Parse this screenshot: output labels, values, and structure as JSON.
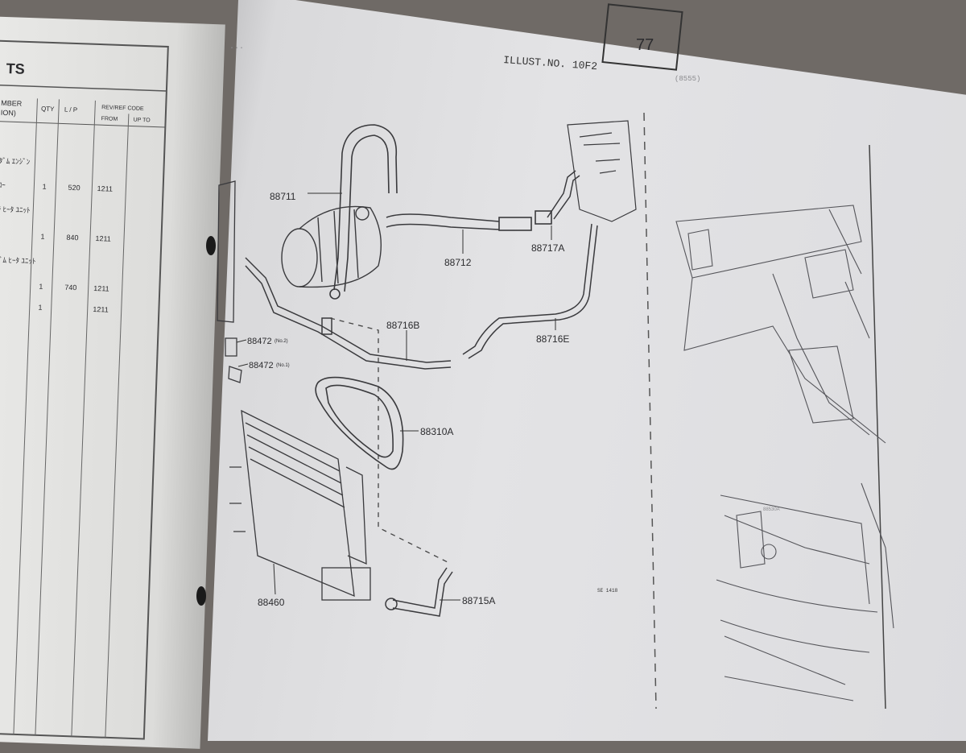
{
  "left_page": {
    "heading": "TS",
    "col_number": "MBER",
    "col_desc": "ION)",
    "col_qty": "QTY",
    "col_lp": "L / P",
    "col_code": "REV/REF CODE",
    "col_from": "FROM",
    "col_upto": "UP TO",
    "rows": [
      {
        "desc": "ﾀﾞﾑ ｴﾝｼﾞﾝ",
        "qty": "",
        "lp": "",
        "from": ""
      },
      {
        "desc": "ﾛｰ",
        "qty": "1",
        "lp": "520",
        "from": "1211"
      },
      {
        "desc": "ﾗ ﾋｰﾀ ﾕﾆｯﾄ",
        "qty": "",
        "lp": "",
        "from": ""
      },
      {
        "desc": "ｰ",
        "qty": "1",
        "lp": "840",
        "from": "1211"
      },
      {
        "desc": "ﾀﾞﾑ ﾋｰﾀ ﾕﾆｯﾄ",
        "qty": "",
        "lp": "",
        "from": ""
      },
      {
        "desc": "ｰ",
        "qty": "1",
        "lp": "740",
        "from": "1211"
      },
      {
        "desc": "ｰ",
        "qty": "1",
        "lp": "",
        "from": "1211"
      }
    ]
  },
  "right_page": {
    "page_badge": "77",
    "header_small": "...",
    "illust_no": "ILLUST.NO. 10F2",
    "header_right": "(8555)",
    "parts": {
      "p88711": "88711",
      "p88712": "88712",
      "p88717A": "88717A",
      "p88716B": "88716B",
      "p88716E": "88716E",
      "p88472_2": "88472",
      "p88472_2_sub": "(No.2)",
      "p88472_1": "88472",
      "p88472_1_sub": "(No.1)",
      "p88310A": "88310A",
      "p88460": "88460",
      "p88715A": "88715A"
    },
    "ref_code": "SE 1418",
    "right_label": "88530A"
  }
}
